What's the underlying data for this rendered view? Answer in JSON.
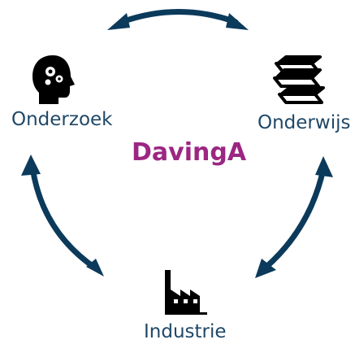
{
  "diagram": {
    "title": "DavingA",
    "nodes": [
      {
        "id": "onderzoek",
        "label": "Onderzoek",
        "icon": "head-gears-icon"
      },
      {
        "id": "onderwijs",
        "label": "Onderwijs",
        "icon": "stacked-books-icon"
      },
      {
        "id": "industrie",
        "label": "Industrie",
        "icon": "factory-icon"
      }
    ],
    "edges": [
      {
        "from": "onderzoek",
        "to": "onderwijs",
        "direction": "both"
      },
      {
        "from": "onderwijs",
        "to": "industrie",
        "direction": "both"
      },
      {
        "from": "industrie",
        "to": "onderzoek",
        "direction": "both"
      }
    ]
  },
  "colors": {
    "arrow": "#0b3a5b",
    "label": "#1f4868",
    "title": "#9c2683",
    "icon": "#000000"
  }
}
